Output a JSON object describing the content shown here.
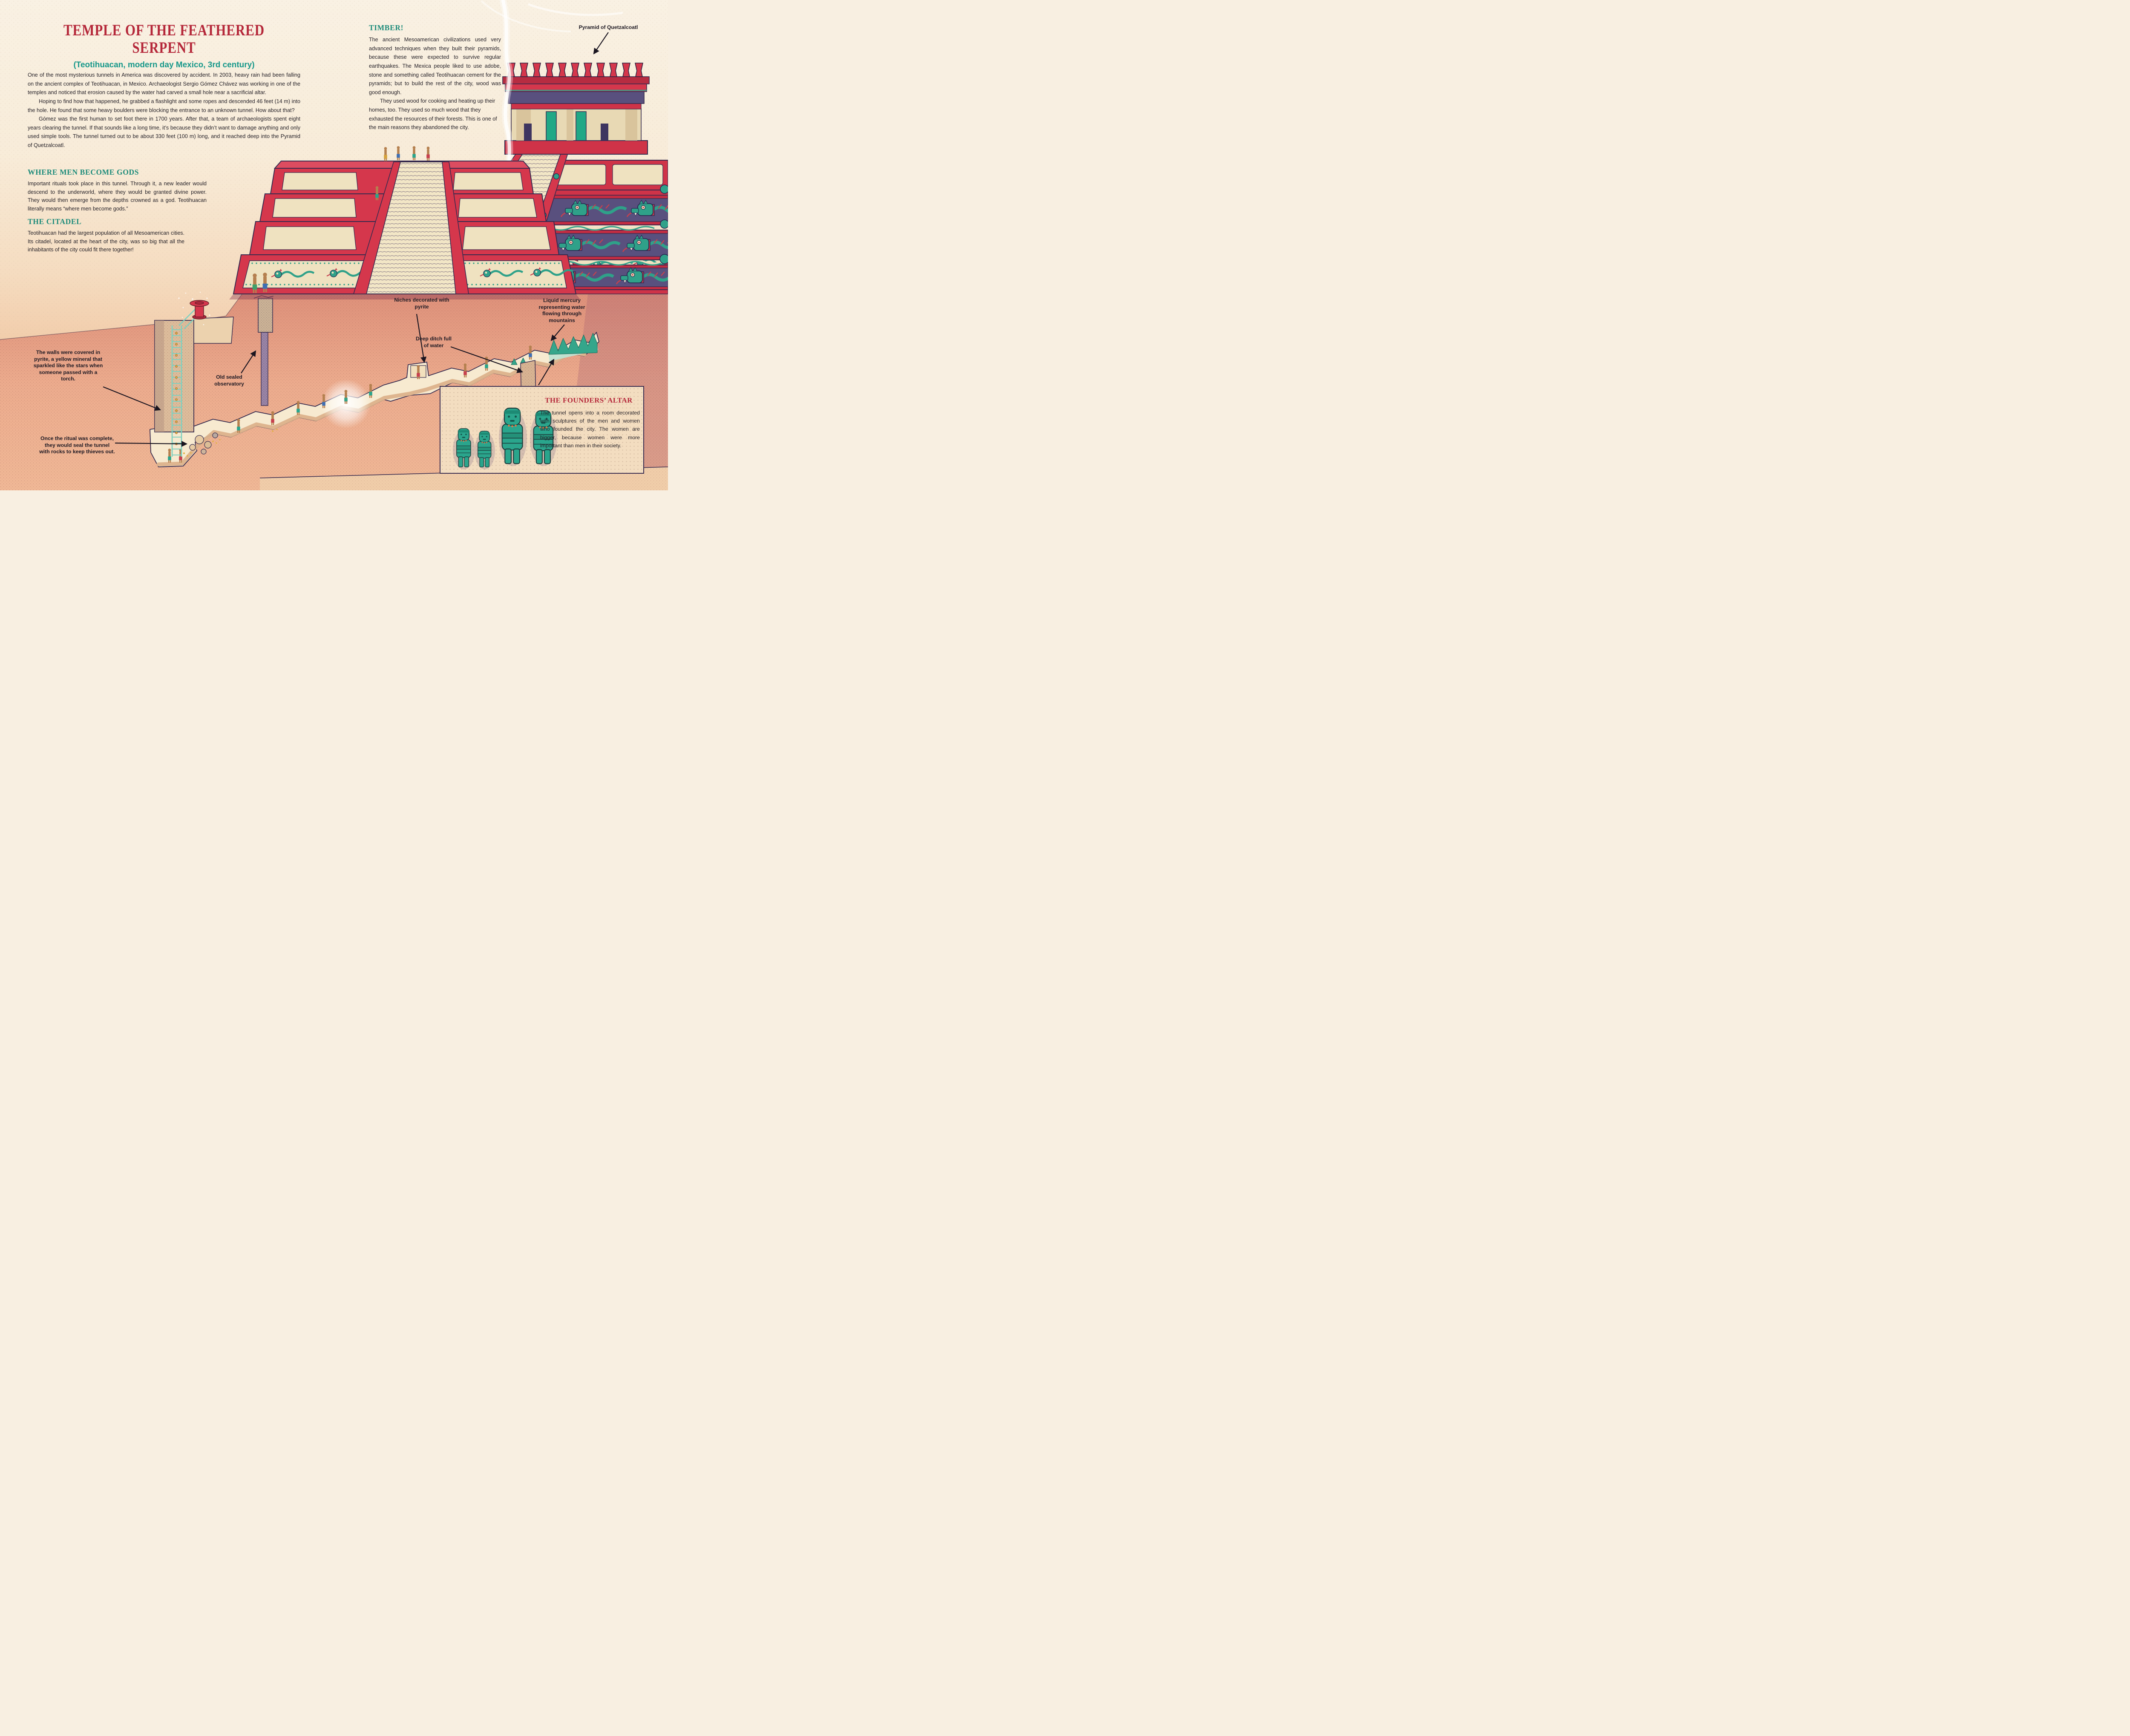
{
  "header": {
    "title_line1": "TEMPLE OF THE FEATHERED",
    "title_line2": "SERPENT",
    "subtitle": "(Teotihuacan, modern day Mexico, 3rd century)"
  },
  "intro": {
    "p1": "One of the most mysterious tunnels in America was discovered by accident. In 2003, heavy rain had been falling on the ancient complex of Teotihuacan, in Mexico. Archaeologist Sergio Gómez Chávez was working in one of the temples and noticed that erosion caused by the water had carved a small hole near a sacrificial altar.",
    "p2": "Hoping to find how that happened, he grabbed a flashlight and some ropes and descended 46 feet (14 m) into the hole. He found that some heavy boulders were blocking the entrance to an unknown tunnel. How about that?",
    "p3": "Gómez was the first human to set foot there in 1700 years. After that, a team of archaeologists spent eight years clearing the tunnel. If that sounds like a long time, it’s because they didn’t want to damage anything and only used simple tools. The tunnel turned out to be about 330 feet (100 m) long, and it reached deep into the Pyramid of Quetzalcoatl."
  },
  "sections": {
    "gods": {
      "heading": "WHERE MEN BECOME GODS",
      "body": "Important rituals took place in this tunnel. Through it, a new leader would descend to the underworld, where they would be granted divine power. They would then emerge from the depths crowned as a god. Teotihuacan literally means “where men become gods.”"
    },
    "citadel": {
      "heading": "THE CITADEL",
      "body": "Teotihuacan had the largest population of all Mesoamerican cities. Its citadel, located at the heart of the city, was so big that all the inhabitants of the city could fit there together!"
    },
    "timber": {
      "heading": "TIMBER!",
      "p1": "The ancient Mesoamerican civilizations used very advanced techniques when they built their pyramids, because these were expected to survive regular earthquakes. The Mexica people liked to use adobe, stone and something called Teotihuacan cement for the pyramids; but to build the rest of the city, wood was good enough.",
      "p2": "They used wood for cooking and heating up their homes, too. They used so much wood that they exhausted the resources of their forests. This is one of the main reasons they abandoned the city."
    },
    "founders": {
      "heading": "THE FOUNDERS’ ALTAR",
      "body": "The tunnel opens into a room decorated with sculptures of the men and women who founded the city. The women are bigger, because women were more important than men in their society."
    }
  },
  "labels": {
    "pyramid": "Pyramid of Quetzalcoatl",
    "niches": "Niches decorated with pyrite",
    "mercury": "Liquid mercury representing water flowing through mountains",
    "ditch": "Deep ditch full of water",
    "observatory": "Old sealed observatory",
    "pyrite_walls": "The walls were covered in pyrite, a yellow mineral that sparkled like the stars when someone passed with a torch.",
    "ritual_seal": "Once the ritual was complete, they would seal the tunnel with rocks to keep thieves out."
  },
  "colors": {
    "title_red": "#b5283a",
    "heading_teal": "#1d8b7a",
    "ink": "#231f26",
    "paper_cream": "#f8efe1",
    "ground_salmon": "#eba68a",
    "pyramid_red": "#d5374c",
    "frieze_purple": "#59507e",
    "serpent_teal": "#2fa189",
    "statue_green": "#2aa58c",
    "ladder_teal": "#7ed0c0",
    "altar_box_bg": "#f3ddc0"
  }
}
